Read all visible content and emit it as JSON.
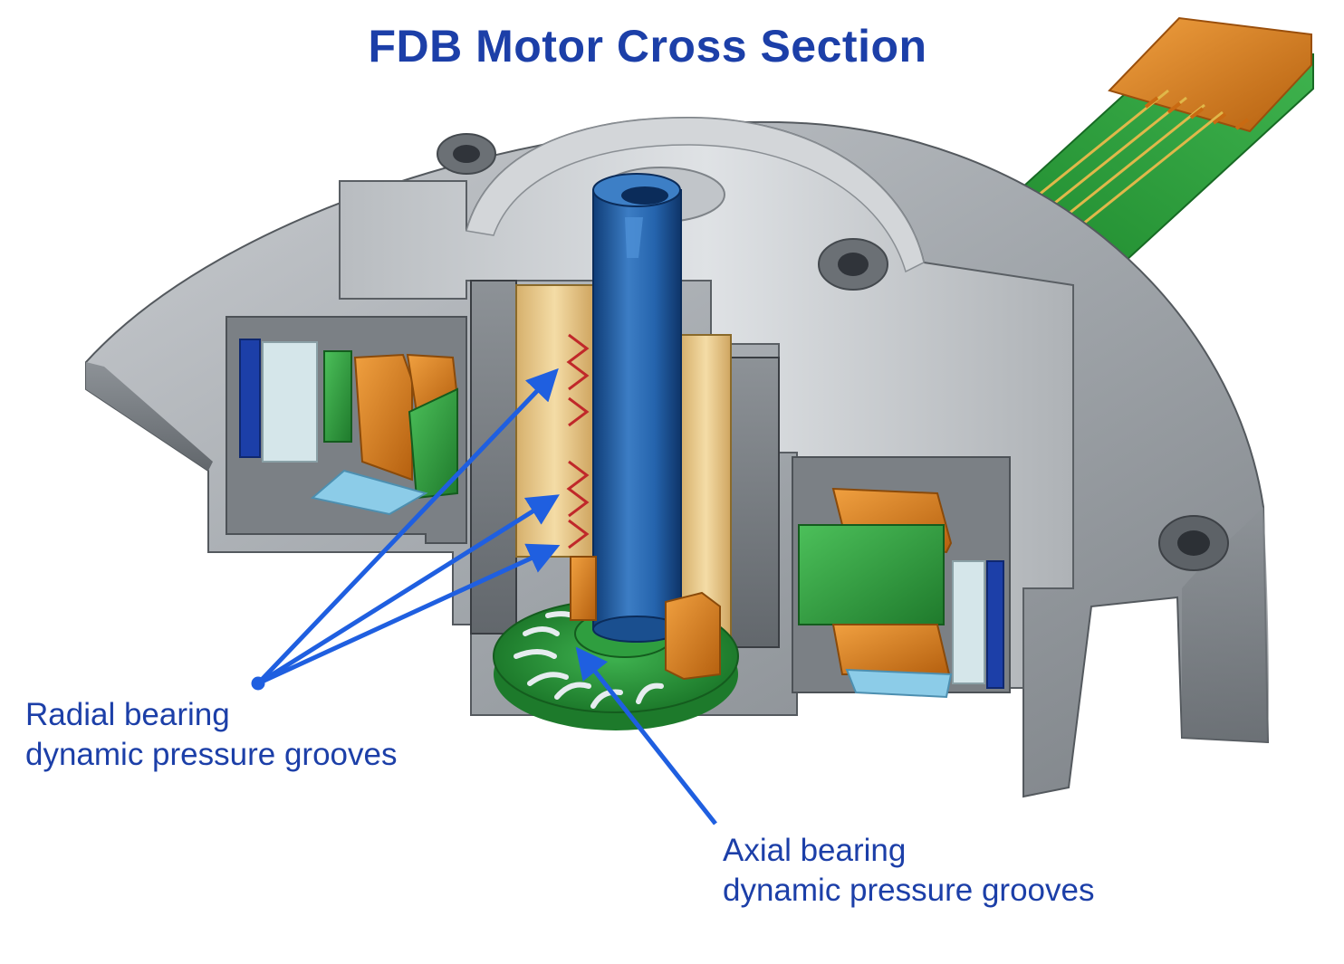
{
  "title": "FDB Motor Cross Section",
  "labels": {
    "radial_line1": "Radial bearing",
    "radial_line2": "dynamic pressure grooves",
    "axial_line1": "Axial bearing",
    "axial_line2": "dynamic pressure grooves"
  },
  "colors": {
    "title_text": "#1c3fa8",
    "arrow": "#1f5fe0",
    "steel": "#9ea3a8",
    "shaft": "#1d5aa0",
    "sleeve": "#e8c88a",
    "coil_copper": "#d27a1e",
    "pcb_green": "#2e9a3e",
    "magnet_blue": "#1c3fa8",
    "groove_red": "#c0282a",
    "fpc_copper": "#e08a2a"
  },
  "icons": [
    "arrow-icon"
  ]
}
